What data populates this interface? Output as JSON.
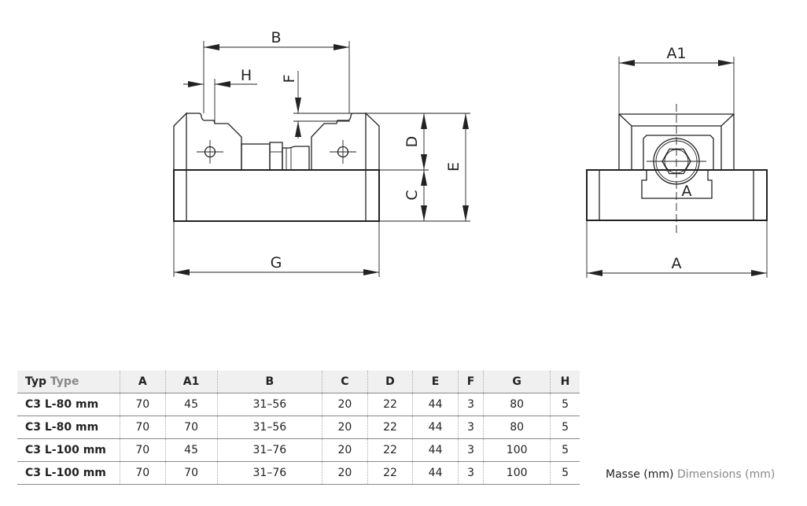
{
  "drawing": {
    "side_view_labels": {
      "B": "B",
      "H": "H",
      "F": "F",
      "D": "D",
      "C": "C",
      "E": "E",
      "G": "G"
    },
    "front_view_labels": {
      "A1": "A1",
      "A": "A",
      "section": "A"
    }
  },
  "table": {
    "type_label": "Typ",
    "type_label_en": "Type",
    "columns": [
      "A",
      "A1",
      "B",
      "C",
      "D",
      "E",
      "F",
      "G",
      "H"
    ],
    "rows": [
      {
        "type": "C3 L-80 mm",
        "values": [
          "70",
          "45",
          "31–56",
          "20",
          "22",
          "44",
          "3",
          "80",
          "5"
        ]
      },
      {
        "type": "C3 L-80 mm",
        "values": [
          "70",
          "70",
          "31–56",
          "20",
          "22",
          "44",
          "3",
          "80",
          "5"
        ]
      },
      {
        "type": "C3 L-100 mm",
        "values": [
          "70",
          "45",
          "31–76",
          "20",
          "22",
          "44",
          "3",
          "100",
          "5"
        ]
      },
      {
        "type": "C3 L-100 mm",
        "values": [
          "70",
          "70",
          "31–76",
          "20",
          "22",
          "44",
          "3",
          "100",
          "5"
        ]
      }
    ]
  },
  "footnote": {
    "de": "Masse (mm)",
    "en": "Dimensions (mm)"
  }
}
